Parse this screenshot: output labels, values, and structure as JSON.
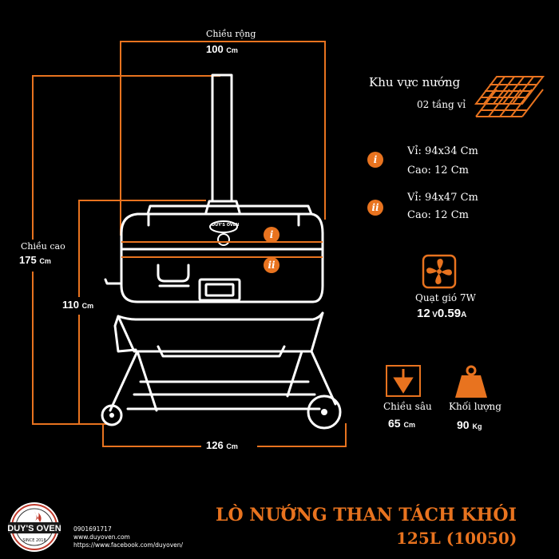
{
  "product": {
    "title": "LÒ NƯỚNG THAN TÁCH KHÓI",
    "model": "125L (10050)"
  },
  "dimensions": {
    "width": {
      "label": "Chiều rộng",
      "value": "100",
      "unit": "Cm"
    },
    "height": {
      "label": "Chiều cao",
      "value": "175",
      "unit": "Cm"
    },
    "body_height": {
      "value": "110",
      "unit": "Cm"
    },
    "length": {
      "value": "126",
      "unit": "Cm"
    }
  },
  "grill_area": {
    "title": "Khu vực nướng",
    "subtitle": "02 tầng vỉ",
    "levels": [
      {
        "badge": "i",
        "size": "Vỉ:   94x34 Cm",
        "height": "Cao: 12 Cm"
      },
      {
        "badge": "ii",
        "size": "Vỉ: 94x47 Cm",
        "height": "Cao: 12 Cm"
      }
    ]
  },
  "fan": {
    "label": "Quạt gió 7W",
    "v_value": "12",
    "v_unit": "V",
    "a_value": "0.59",
    "a_unit": "A"
  },
  "depth": {
    "label": "Chiều sâu",
    "value": "65",
    "unit": "Cm"
  },
  "weight": {
    "label": "Khối lượng",
    "value": "90",
    "unit": "Kg"
  },
  "brand": {
    "logo_name": "DUY'S OVEN",
    "lid_badge": "DUY'S OVEN",
    "phone": "0901691717",
    "website": "www.duyoven.com",
    "facebook": "https://www.facebook.com/duyoven/"
  },
  "colors": {
    "accent": "#e8731f",
    "background": "#000000",
    "line": "#ffffff"
  },
  "icons": [
    "grill-rack-icon",
    "fan-icon",
    "depth-arrow-icon",
    "weight-icon",
    "brand-logo"
  ]
}
